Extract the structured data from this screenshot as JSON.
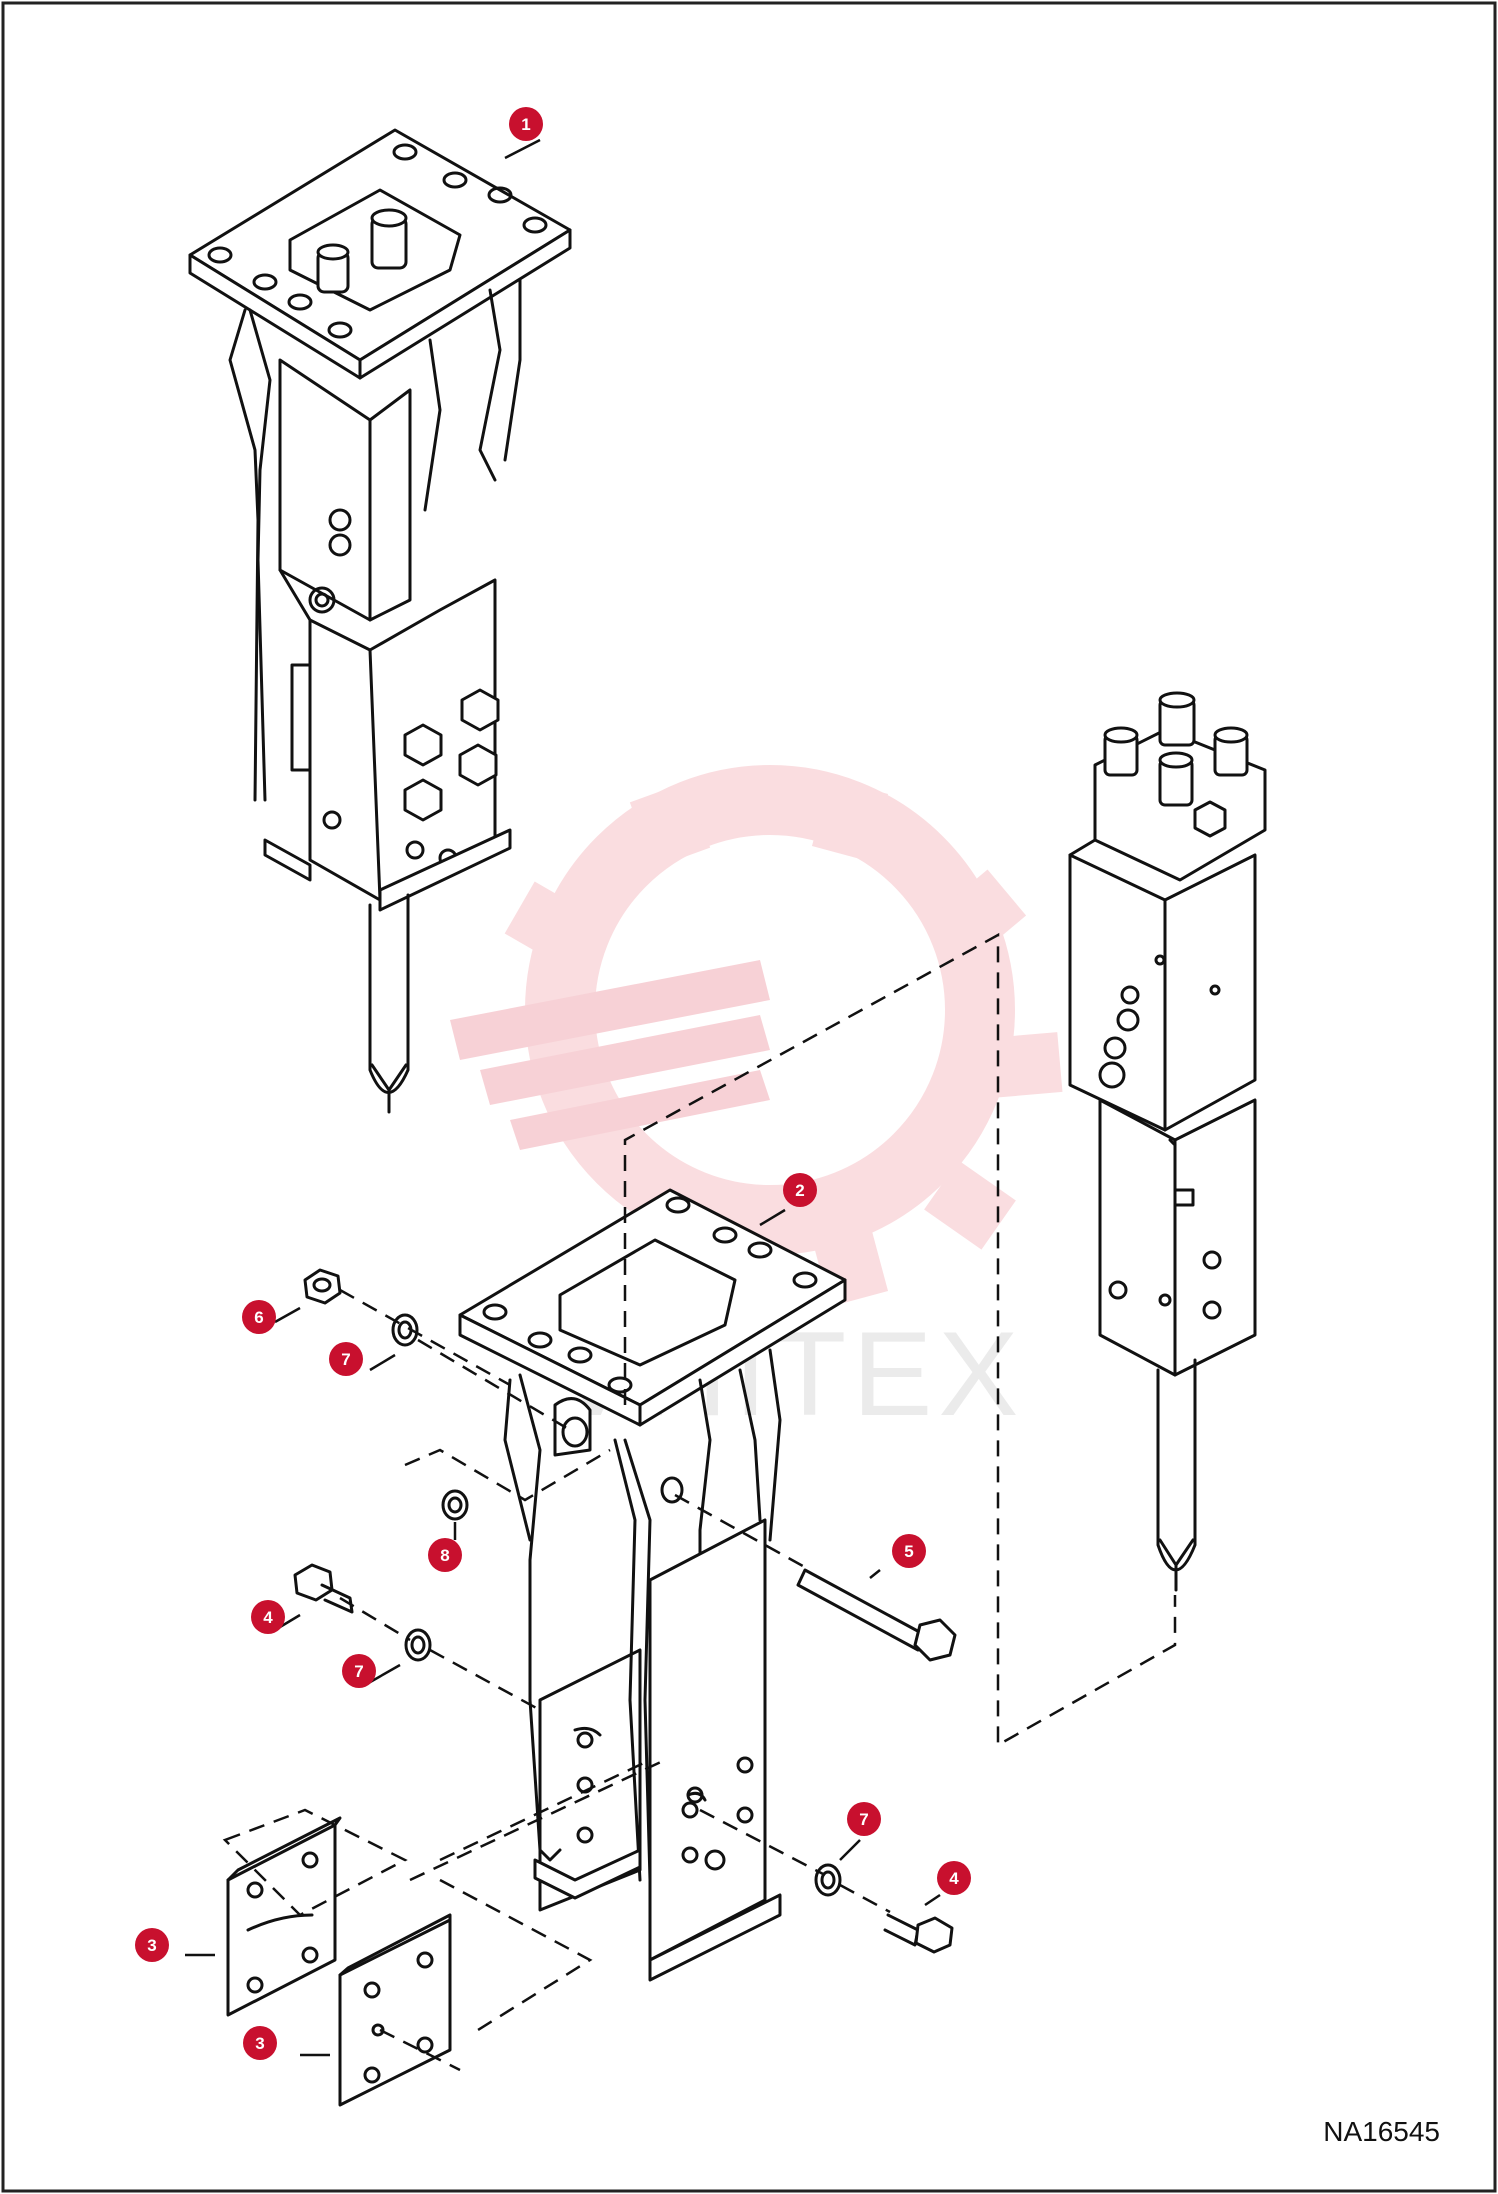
{
  "diagram": {
    "drawing_id": "NA16545",
    "watermark_text": "VHITEX",
    "accent_color": "#c8102e",
    "callouts": [
      {
        "label": "1",
        "part": "breaker-assembly-upper"
      },
      {
        "label": "2",
        "part": "mounting-bracket"
      },
      {
        "label": "3",
        "part": "wear-plate-left"
      },
      {
        "label": "3",
        "part": "wear-plate-right"
      },
      {
        "label": "4",
        "part": "cap-screw-left"
      },
      {
        "label": "4",
        "part": "cap-screw-right"
      },
      {
        "label": "5",
        "part": "long-bolt"
      },
      {
        "label": "6",
        "part": "nut"
      },
      {
        "label": "7",
        "part": "washer-top"
      },
      {
        "label": "7",
        "part": "washer-middle"
      },
      {
        "label": "7",
        "part": "washer-right"
      },
      {
        "label": "8",
        "part": "spacer-washer"
      }
    ]
  }
}
